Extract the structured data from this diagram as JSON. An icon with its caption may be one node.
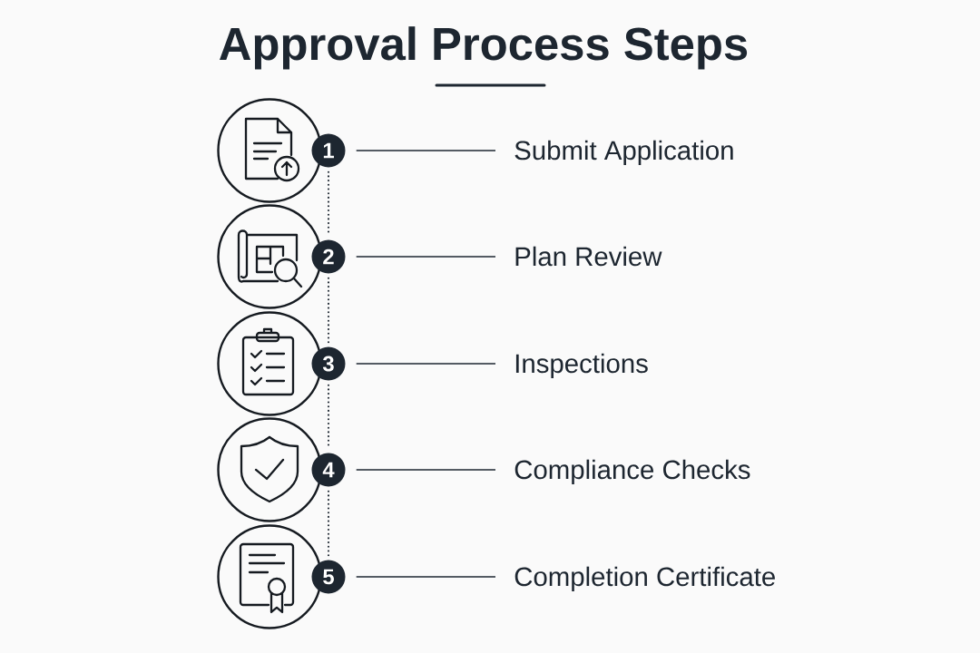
{
  "diagram": {
    "title": "Approval Process Steps",
    "nodes": [
      {
        "text": [],
        "shape": "circle"
      },
      {
        "text": [
          "1"
        ]
      },
      {
        "text": [
          "Submit Application"
        ]
      },
      {
        "text": [],
        "shape": "circle"
      },
      {
        "text": [
          "2"
        ]
      },
      {
        "text": [
          "Plan Review"
        ]
      },
      {
        "text": [],
        "shape": "circle"
      },
      {
        "text": [
          "3"
        ]
      },
      {
        "text": [
          "Inspections"
        ]
      },
      {
        "text": [],
        "shape": "circle"
      },
      {
        "text": [
          "4"
        ]
      },
      {
        "text": [
          "Compliance Checks"
        ]
      },
      {
        "text": [],
        "shape": "circle"
      },
      {
        "text": [
          "5"
        ]
      },
      {
        "text": [
          "Completion Certificate"
        ]
      }
    ],
    "edges": [
      {
        "from": 1,
        "to": 2,
        "arrow": "none"
      },
      {
        "from": 1,
        "to": 4,
        "arrow": "none",
        "style": "dashed"
      },
      {
        "from": 4,
        "to": 5,
        "arrow": "none"
      },
      {
        "from": 4,
        "to": 7,
        "arrow": "none",
        "style": "dashed"
      },
      {
        "from": 7,
        "to": 8,
        "arrow": "none"
      },
      {
        "from": 7,
        "to": 10,
        "arrow": "none",
        "style": "dashed"
      },
      {
        "from": 10,
        "to": 11,
        "arrow": "none"
      },
      {
        "from": 10,
        "to": 13,
        "arrow": "none",
        "style": "dashed"
      },
      {
        "from": 13,
        "to": 14,
        "arrow": "none"
      }
    ]
  }
}
